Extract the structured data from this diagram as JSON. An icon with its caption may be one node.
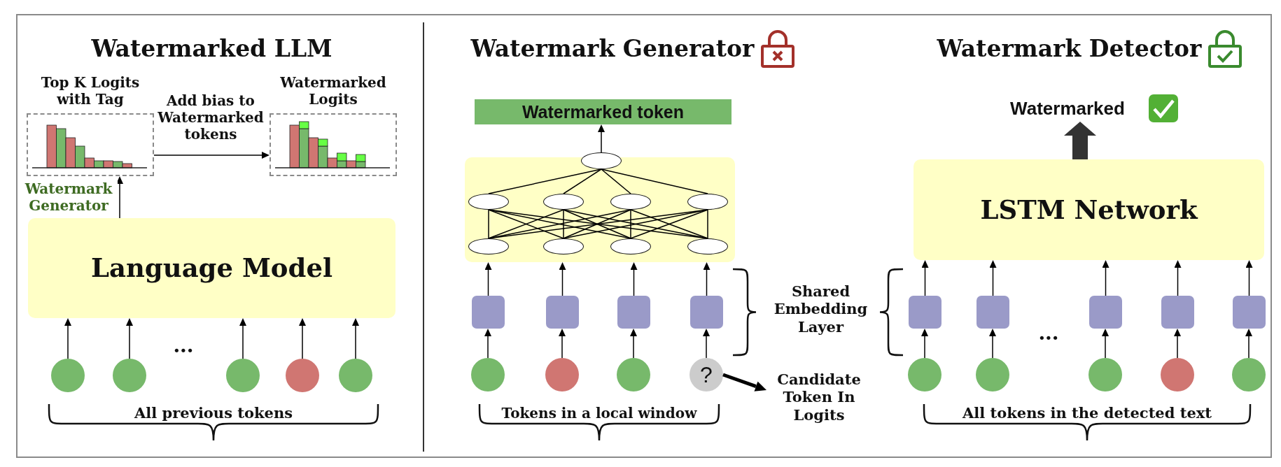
{
  "diagram": {
    "nodes": [
      {
        "text": [
          "Top K Logits with Tag"
        ]
      },
      {
        "text": [
          "Watermarked Logits"
        ]
      },
      {
        "text": [
          "Language Model"
        ]
      },
      {
        "text": [],
        "shape": "circle"
      },
      {
        "text": [],
        "shape": "circle"
      },
      {
        "text": [],
        "shape": "circle"
      },
      {
        "text": [],
        "shape": "circle"
      },
      {
        "text": [],
        "shape": "circle"
      },
      {
        "text": [
          "Watermarked token"
        ]
      },
      {
        "text": [],
        "shape": "box"
      },
      {
        "text": [],
        "shape": "ellipse"
      },
      {
        "text": [],
        "shape": "ellipse",
        "in": 9
      },
      {
        "text": [],
        "shape": "ellipse",
        "in": 9
      },
      {
        "text": [],
        "shape": "ellipse",
        "in": 9
      },
      {
        "text": [],
        "shape": "ellipse",
        "in": 9
      },
      {
        "text": [],
        "shape": "ellipse",
        "in": 9
      },
      {
        "text": [],
        "shape": "ellipse",
        "in": 9
      },
      {
        "text": [],
        "shape": "ellipse",
        "in": 9
      },
      {
        "text": [],
        "shape": "ellipse",
        "in": 9
      },
      {
        "text": [],
        "shape": "box"
      },
      {
        "text": [],
        "shape": "box"
      },
      {
        "text": [],
        "shape": "box"
      },
      {
        "text": [],
        "shape": "box"
      },
      {
        "text": [],
        "shape": "circle"
      },
      {
        "text": [],
        "shape": "circle"
      },
      {
        "text": [],
        "shape": "circle"
      },
      {
        "text": [
          "?"
        ]
      },
      {
        "text": [
          "Candidate Token In Logits"
        ]
      },
      {
        "text": [
          "Watermarked"
        ]
      },
      {
        "text": [
          "LSTM Network"
        ]
      },
      {
        "text": [],
        "shape": "box"
      },
      {
        "text": [],
        "shape": "box"
      },
      {
        "text": [],
        "shape": "box"
      },
      {
        "text": [],
        "shape": "box"
      },
      {
        "text": [],
        "shape": "box"
      },
      {
        "text": [],
        "shape": "circle"
      },
      {
        "text": [],
        "shape": "circle"
      },
      {
        "text": [],
        "shape": "circle"
      },
      {
        "text": [],
        "shape": "circle"
      },
      {
        "text": [],
        "shape": "circle"
      }
    ],
    "edges": [
      {
        "from": 0,
        "to": 1,
        "arrow": "to",
        "label": "Add bias to Watermarked tokens"
      },
      {
        "from": 2,
        "to": 0,
        "arrow": "to",
        "label": "Watermark Generator"
      },
      {
        "from": 3,
        "to": 2,
        "arrow": "to"
      },
      {
        "from": 4,
        "to": 2,
        "arrow": "to"
      },
      {
        "from": 5,
        "to": 2,
        "arrow": "to"
      },
      {
        "from": 6,
        "to": 2,
        "arrow": "to"
      },
      {
        "from": 7,
        "to": 2,
        "arrow": "to"
      },
      {
        "from": 10,
        "to": 8,
        "arrow": "to"
      },
      {
        "from": 11,
        "to": 10,
        "arrow": "none"
      },
      {
        "from": 12,
        "to": 10,
        "arrow": "none"
      },
      {
        "from": 13,
        "to": 10,
        "arrow": "none"
      },
      {
        "from": 14,
        "to": 10,
        "arrow": "none"
      },
      {
        "from": 15,
        "to": 11,
        "arrow": "none"
      },
      {
        "from": 15,
        "to": 12,
        "arrow": "none"
      },
      {
        "from": 15,
        "to": 13,
        "arrow": "none"
      },
      {
        "from": 15,
        "to": 14,
        "arrow": "none"
      },
      {
        "from": 16,
        "to": 11,
        "arrow": "none"
      },
      {
        "from": 16,
        "to": 12,
        "arrow": "none"
      },
      {
        "from": 16,
        "to": 13,
        "arrow": "none"
      },
      {
        "from": 16,
        "to": 14,
        "arrow": "none"
      },
      {
        "from": 17,
        "to": 11,
        "arrow": "none"
      },
      {
        "from": 17,
        "to": 12,
        "arrow": "none"
      },
      {
        "from": 17,
        "to": 13,
        "arrow": "none"
      },
      {
        "from": 17,
        "to": 14,
        "arrow": "none"
      },
      {
        "from": 18,
        "to": 11,
        "arrow": "none"
      },
      {
        "from": 18,
        "to": 12,
        "arrow": "none"
      },
      {
        "from": 18,
        "to": 13,
        "arrow": "none"
      },
      {
        "from": 18,
        "to": 14,
        "arrow": "none"
      },
      {
        "from": 19,
        "to": 9,
        "arrow": "to"
      },
      {
        "from": 20,
        "to": 9,
        "arrow": "to"
      },
      {
        "from": 21,
        "to": 9,
        "arrow": "to"
      },
      {
        "from": 22,
        "to": 9,
        "arrow": "to"
      },
      {
        "from": 23,
        "to": 19,
        "arrow": "to"
      },
      {
        "from": 24,
        "to": 20,
        "arrow": "to"
      },
      {
        "from": 25,
        "to": 21,
        "arrow": "to"
      },
      {
        "from": 26,
        "to": 22,
        "arrow": "to"
      },
      {
        "from": 26,
        "to": 27,
        "arrow": "to",
        "style": "thick"
      },
      {
        "from": 29,
        "to": 28,
        "arrow": "to",
        "style": "thick",
        "color": "#333333"
      },
      {
        "from": 30,
        "to": 29,
        "arrow": "to"
      },
      {
        "from": 31,
        "to": 29,
        "arrow": "to"
      },
      {
        "from": 32,
        "to": 29,
        "arrow": "to"
      },
      {
        "from": 33,
        "to": 29,
        "arrow": "to"
      },
      {
        "from": 34,
        "to": 29,
        "arrow": "to"
      },
      {
        "from": 35,
        "to": 30,
        "arrow": "to"
      },
      {
        "from": 36,
        "to": 31,
        "arrow": "to"
      },
      {
        "from": 37,
        "to": 32,
        "arrow": "to"
      },
      {
        "from": 38,
        "to": 33,
        "arrow": "to"
      },
      {
        "from": 39,
        "to": 34,
        "arrow": "to"
      }
    ],
    "labels": [
      "Watermarked LLM",
      "Watermark Generator",
      "Watermark Detector",
      "...",
      "All previous tokens",
      "Tokens in a local window",
      "Shared Embedding Layer",
      "...",
      "All tokens in the detected text"
    ]
  }
}
